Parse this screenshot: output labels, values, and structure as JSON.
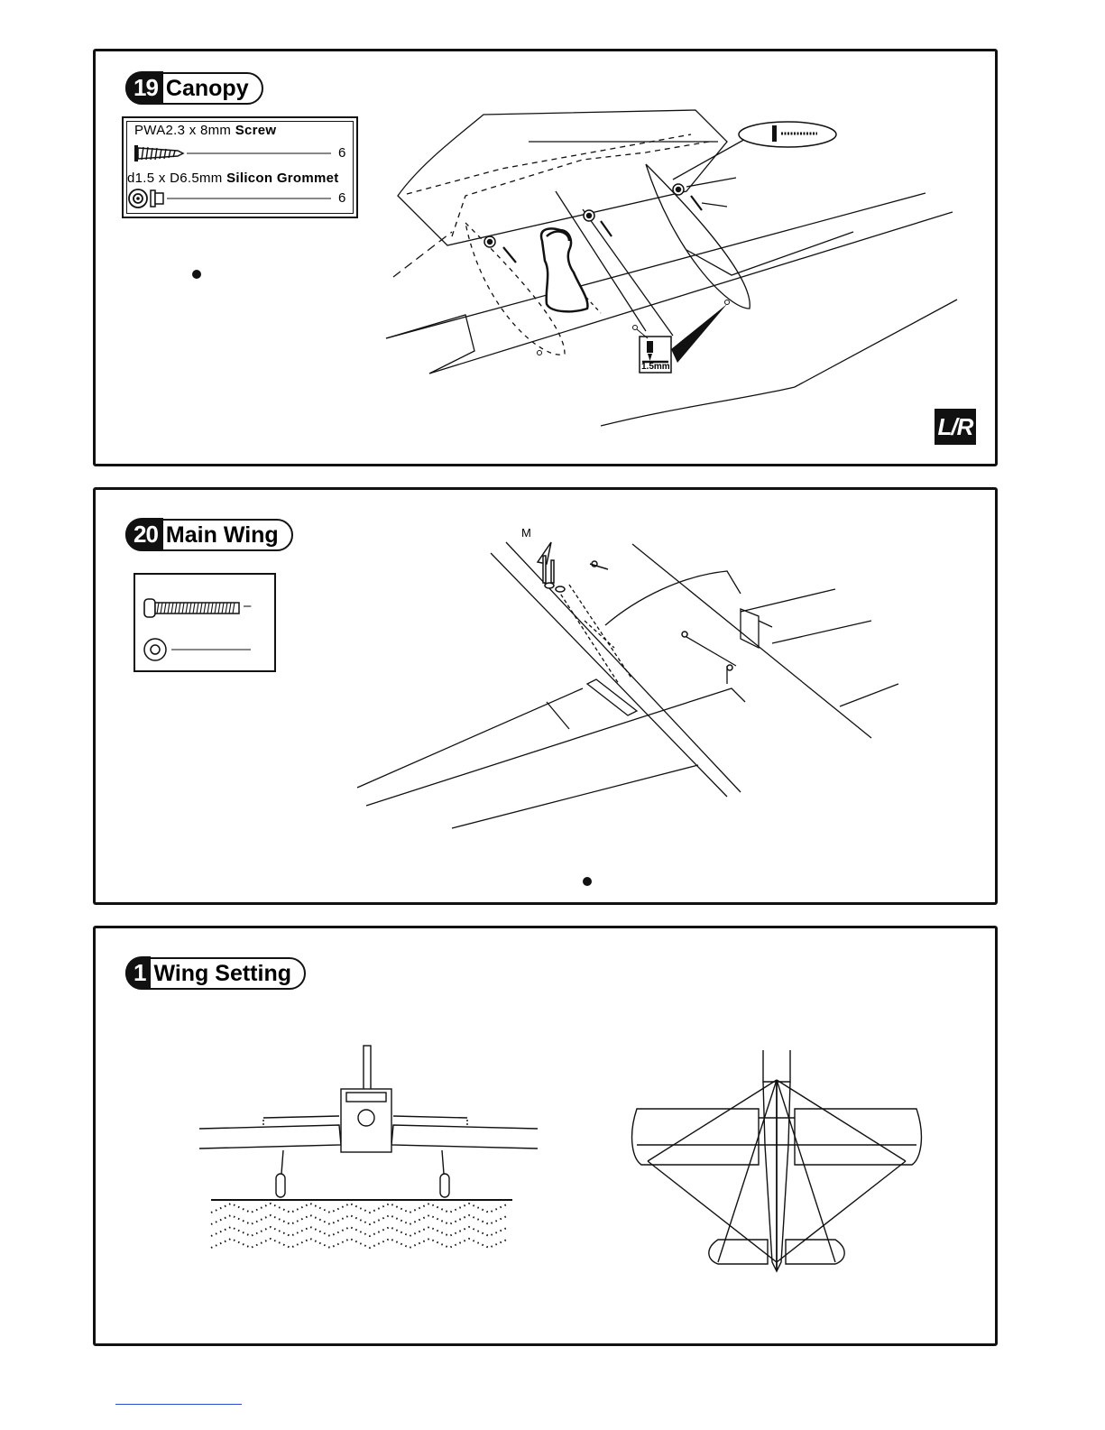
{
  "step19": {
    "number": "19",
    "title": "Canopy",
    "parts": [
      {
        "name_prefix": "PWA2.3 x 8mm ",
        "name_bold": "Screw",
        "qty": "6"
      },
      {
        "name_prefix": "d1.5 x D6.5mm ",
        "name_bold": "Silicon Grommet",
        "qty": "6"
      }
    ],
    "drill_label": "1.5mm",
    "side_badge": "L/R"
  },
  "step20": {
    "number": "20",
    "title": "Main Wing",
    "parts": [
      {
        "qty": "–"
      }
    ],
    "callout_letter": "M"
  },
  "step21": {
    "number": "1",
    "title": "Wing Setting"
  }
}
